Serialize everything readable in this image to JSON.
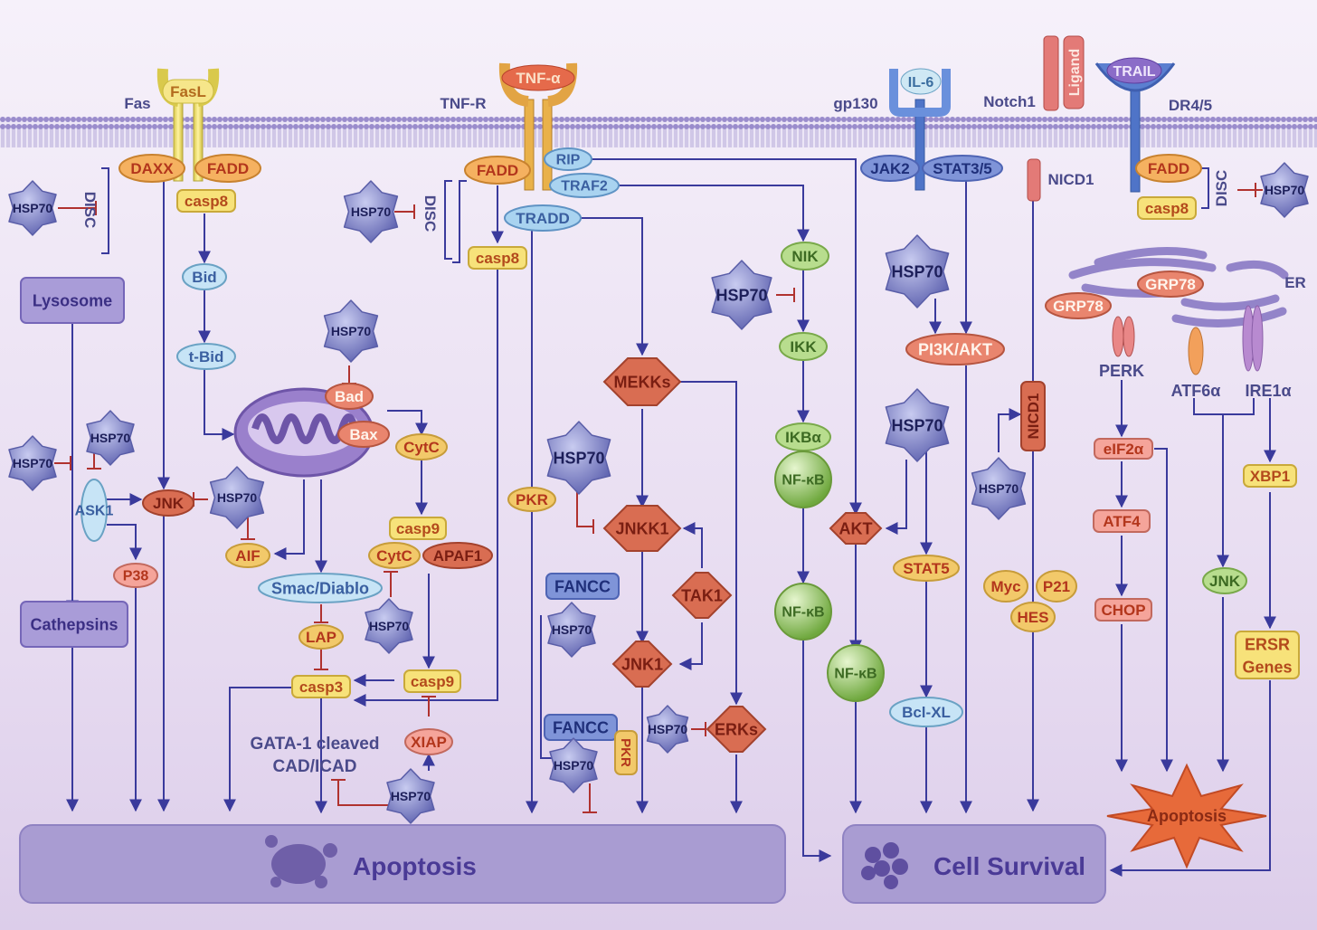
{
  "receptors": {
    "fas": "Fas",
    "fasl": "FasL",
    "tnfr": "TNF-R",
    "tnfa": "TNF-α",
    "gp130": "gp130",
    "il6": "IL-6",
    "notch1": "Notch1",
    "ligand": "Ligand",
    "trail": "TRAIL",
    "dr45": "DR4/5"
  },
  "adapters": {
    "daxx": "DAXX",
    "fadd": "FADD",
    "casp8": "casp8",
    "disc": "DISC",
    "rip": "RIP",
    "traf2": "TRAF2",
    "tradd": "TRADD",
    "jak2": "JAK2",
    "stat35": "STAT3/5",
    "nicd1": "NICD1"
  },
  "hsp70": "HSP70",
  "nodes": {
    "lysosome": "Lysosome",
    "cathepsins": "Cathepsins",
    "ask1": "ASK1",
    "jnk": "JNK",
    "p38": "P38",
    "aif": "AIF",
    "bid": "Bid",
    "tbid": "t-Bid",
    "bad": "Bad",
    "bax": "Bax",
    "cytc": "CytC",
    "casp9": "casp9",
    "apaf1": "APAF1",
    "smac": "Smac/Diablo",
    "lap": "LAP",
    "casp3": "casp3",
    "gata1": "GATA-1 cleaved",
    "cadicad": "CAD/ICAD",
    "xiap": "XIAP",
    "pkr": "PKR",
    "mekks": "MEKKs",
    "jnkk1": "JNKK1",
    "tak1": "TAK1",
    "jnk1": "JNK1",
    "erks": "ERKs",
    "fancc": "FANCC",
    "nik": "NIK",
    "ikk": "IKK",
    "ikba": "IKBα",
    "nfkb": "NF-κB",
    "akt": "AKT",
    "pi3kakt": "PI3K/AKT",
    "stat5": "STAT5",
    "bclxl": "Bcl-XL",
    "myc": "Myc",
    "p21": "P21",
    "hes": "HES",
    "er": "ER",
    "grp78": "GRP78",
    "perk": "PERK",
    "atf6a": "ATF6α",
    "ire1a": "IRE1α",
    "eif2a": "eIF2α",
    "atf4": "ATF4",
    "chop": "CHOP",
    "xbp1": "XBP1",
    "jnk_er": "JNK",
    "ersr1": "ERSR",
    "ersr2": "Genes",
    "apoptosis_er": "Apoptosis"
  },
  "outcomes": {
    "apoptosis": "Apoptosis",
    "survival": "Cell Survival"
  },
  "colors": {
    "arrow": "#3a3a9c",
    "inhibit": "#b0322f",
    "membrane": "#8c7cc4"
  }
}
